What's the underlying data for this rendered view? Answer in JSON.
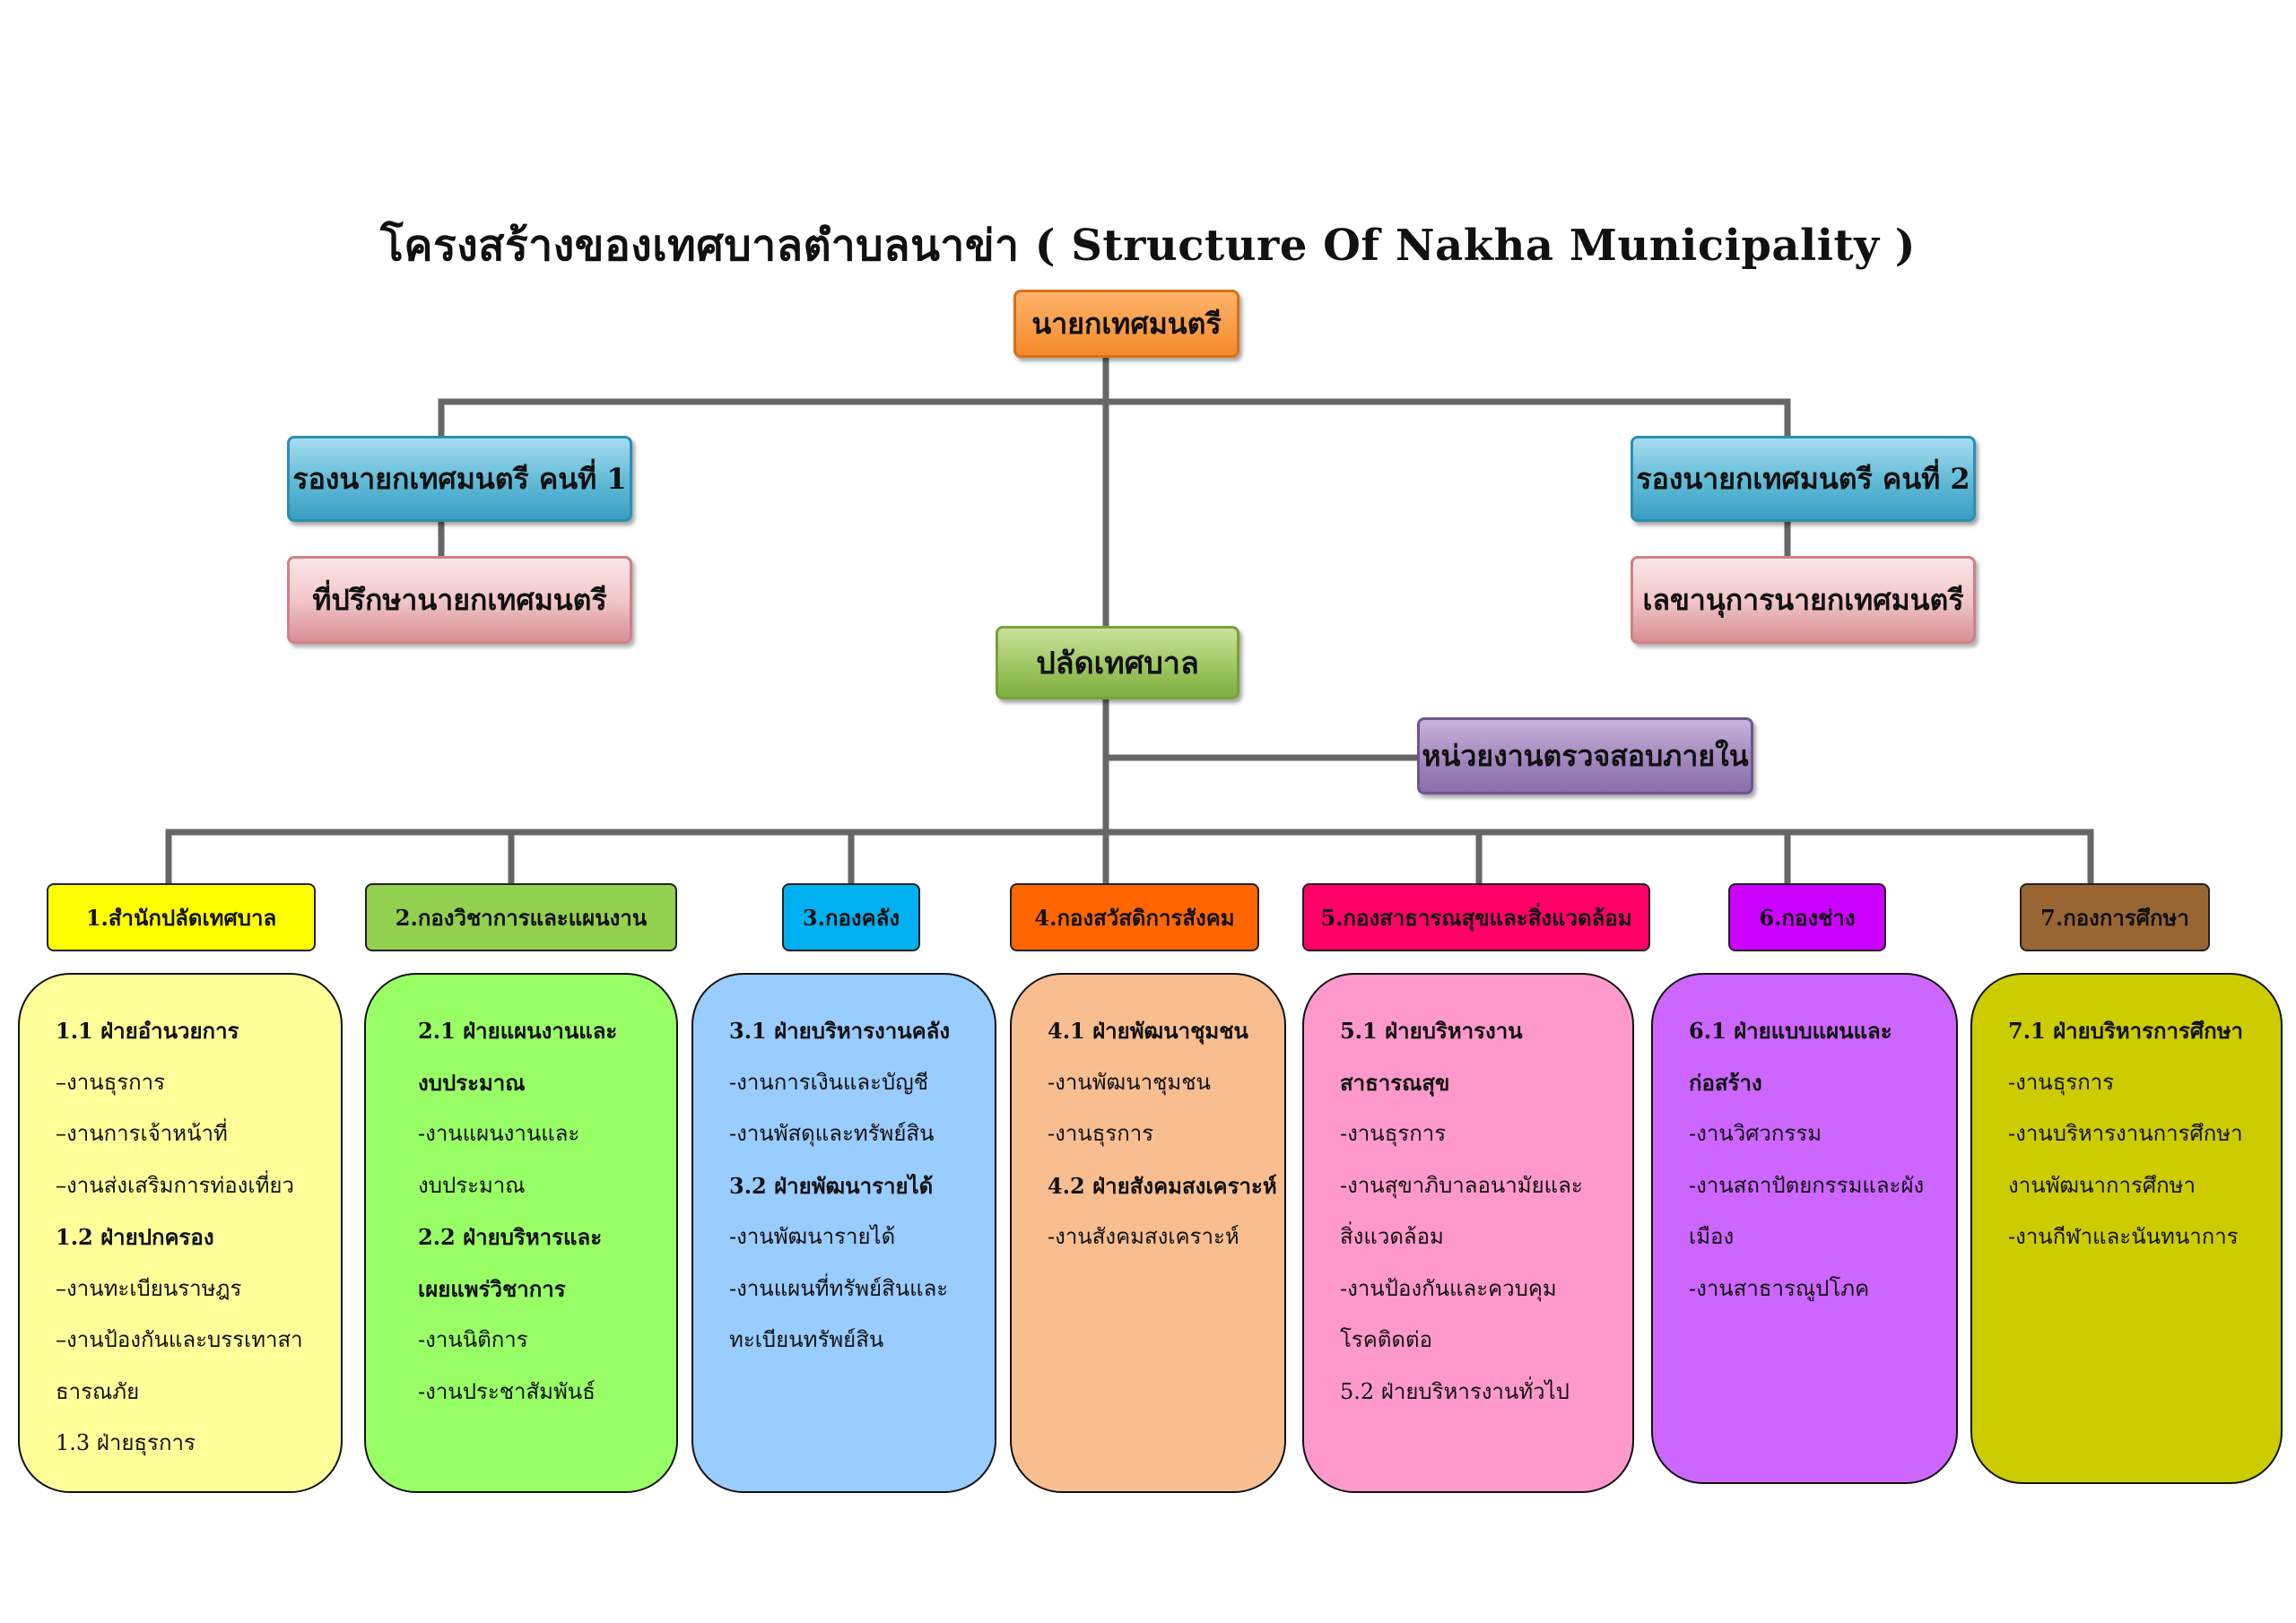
{
  "title": "โครงสร้างของเทศบาลตำบลนาข่า ( Structure Of Nakha Municipality )",
  "top": {
    "mayor": "นายกเทศมนตรี",
    "deputy_1": "รองนายกเทศมนตรี คนที่ 1",
    "deputy_2": "รองนายกเทศมนตรี คนที่ 2",
    "advisor": "ที่ปรึกษานายกเทศมนตรี",
    "secretary": "เลขานุการนายกเทศมนตรี",
    "clerk": "ปลัดเทศบาล",
    "internal_audit": "หน่วยงานตรวจสอบภายใน"
  },
  "departments": [
    {
      "title": "1.สำนักปลัดเทศบาล",
      "color": "#ffff00",
      "panel_color": "#ffff99",
      "lines": [
        "1.1 ฝ่ายอำนวยการ",
        "–งานธุรการ",
        "–งานการเจ้าหน้าที่",
        "–งานส่งเสริมการท่องเที่ยว",
        "1.2 ฝ่ายปกครอง",
        "–งานทะเบียนราษฎร",
        "–งานป้องกันและบรรเทาสา",
        "ธารณภัย",
        "1.3    ฝ่ายธุรการ"
      ],
      "bold": [
        0,
        4
      ]
    },
    {
      "title": "2.กองวิชาการและแผนงาน",
      "color": "#92d050",
      "panel_color": "#99ff66",
      "lines": [
        "2.1 ฝ่ายแผนงานและ",
        "งบประมาณ",
        "-งานแผนงานและ",
        "งบประมาณ",
        "2.2 ฝ่ายบริหารและ",
        "เผยแพร่วิชาการ",
        "-งานนิติการ",
        "-งานประชาสัมพันธ์"
      ],
      "bold": [
        0,
        1,
        4,
        5
      ]
    },
    {
      "title": "3.กองคลัง",
      "color": "#00b0f0",
      "panel_color": "#99ccff",
      "lines": [
        "3.1 ฝ่ายบริหารงานคลัง",
        "-งานการเงินและบัญชี",
        "-งานพัสดุและทรัพย์สิน",
        "3.2 ฝ่ายพัฒนารายได้",
        "-งานพัฒนารายได้",
        "-งานแผนที่ทรัพย์สินและ",
        "ทะเบียนทรัพย์สิน"
      ],
      "bold": [
        0,
        3
      ]
    },
    {
      "title": "4.กองสวัสดิการสังคม",
      "color": "#ff6600",
      "panel_color": "#f8be90",
      "lines": [
        "4.1 ฝ่ายพัฒนาชุมชน",
        "-งานพัฒนาชุมชน",
        "-งานธุรการ",
        "4.2 ฝ่ายสังคมสงเคราะห์",
        "-งานสังคมสงเคราะห์"
      ],
      "bold": [
        0,
        3
      ]
    },
    {
      "title": "5.กองสาธารณสุขและสิ่งแวดล้อม",
      "color": "#ff0066",
      "panel_color": "#ff99cc",
      "lines": [
        "5.1 ฝ่ายบริหารงาน",
        "สาธารณสุข",
        "-งานธุรการ",
        "-งานสุขาภิบาลอนามัยและ",
        "สิ่งแวดล้อม",
        "-งานป้องกันและควบคุม",
        "โรคติดต่อ",
        "5.2 ฝ่ายบริหารงานทั่วไป"
      ],
      "bold": [
        0,
        1
      ]
    },
    {
      "title": "6.กองช่าง",
      "color": "#cc00ff",
      "panel_color": "#cc66ff",
      "lines": [
        "6.1 ฝ่ายแบบแผนและ",
        "ก่อสร้าง",
        "-งานวิศวกรรม",
        "-งานสถาปัตยกรรมและผัง",
        "เมือง",
        "-งานสาธารณูปโภค"
      ],
      "bold": [
        0,
        1
      ]
    },
    {
      "title": "7.กองการศึกษา",
      "color": "#996633",
      "panel_color": "#cccc00",
      "lines": [
        "7.1 ฝ่ายบริหารการศึกษา",
        "-งานธุรการ",
        "-งานบริหารงานการศึกษา",
        "งานพัฒนาการศึกษา",
        "-งานกีฬาและนันทนาการ"
      ],
      "bold": [
        0
      ]
    }
  ]
}
